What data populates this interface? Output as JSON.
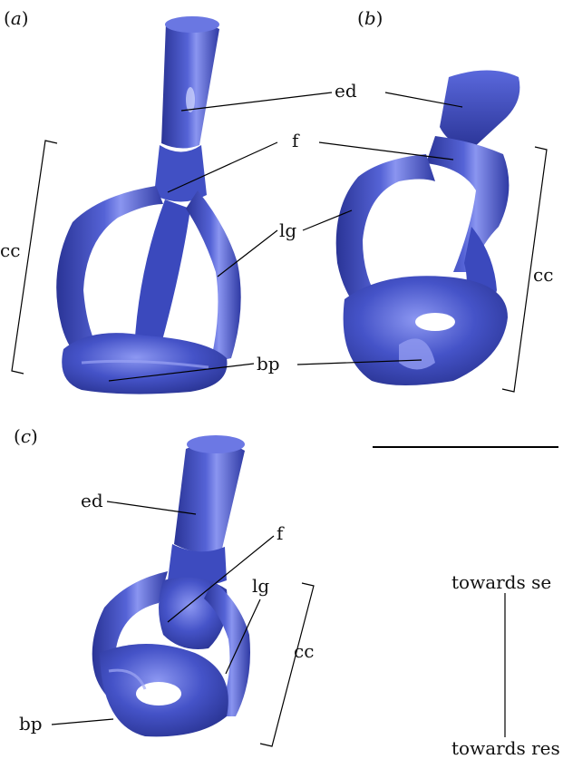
{
  "panels": {
    "a": {
      "label_pre": "(",
      "label_letter": "a",
      "label_post": ")"
    },
    "b": {
      "label_pre": "(",
      "label_letter": "b",
      "label_post": ")"
    },
    "c": {
      "label_pre": "(",
      "label_letter": "c",
      "label_post": ")"
    }
  },
  "labels": {
    "ed": "ed",
    "f": "f",
    "lg": "lg",
    "bp": "bp",
    "cc": "cc"
  },
  "orientation": {
    "top": "towards se",
    "bottom": "towards res"
  },
  "colors": {
    "model_base": "#3f4fc0",
    "model_dark": "#2a3496",
    "model_light": "#7a86ea"
  }
}
